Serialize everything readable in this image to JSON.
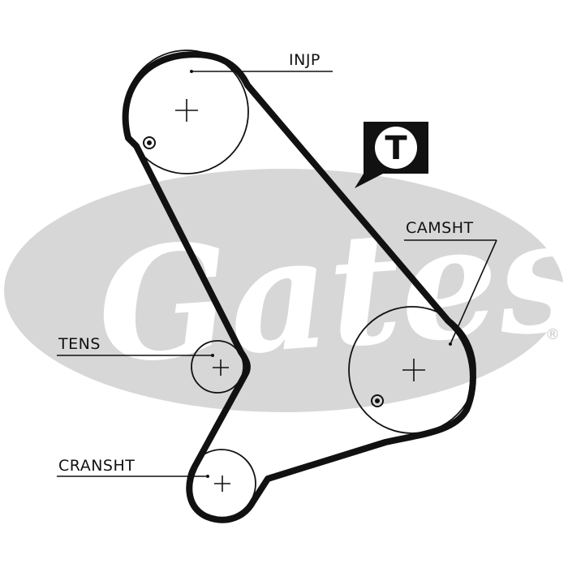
{
  "watermark": {
    "text": "Gates",
    "registered": "®"
  },
  "badge": {
    "letter": "T"
  },
  "labels": {
    "injp": "INJP",
    "camsht": "CAMSHT",
    "tens": "TENS",
    "cransht": "CRANSHT"
  },
  "colors": {
    "line": "#111111",
    "watermark": "#d7d7d7",
    "background": "#ffffff"
  }
}
